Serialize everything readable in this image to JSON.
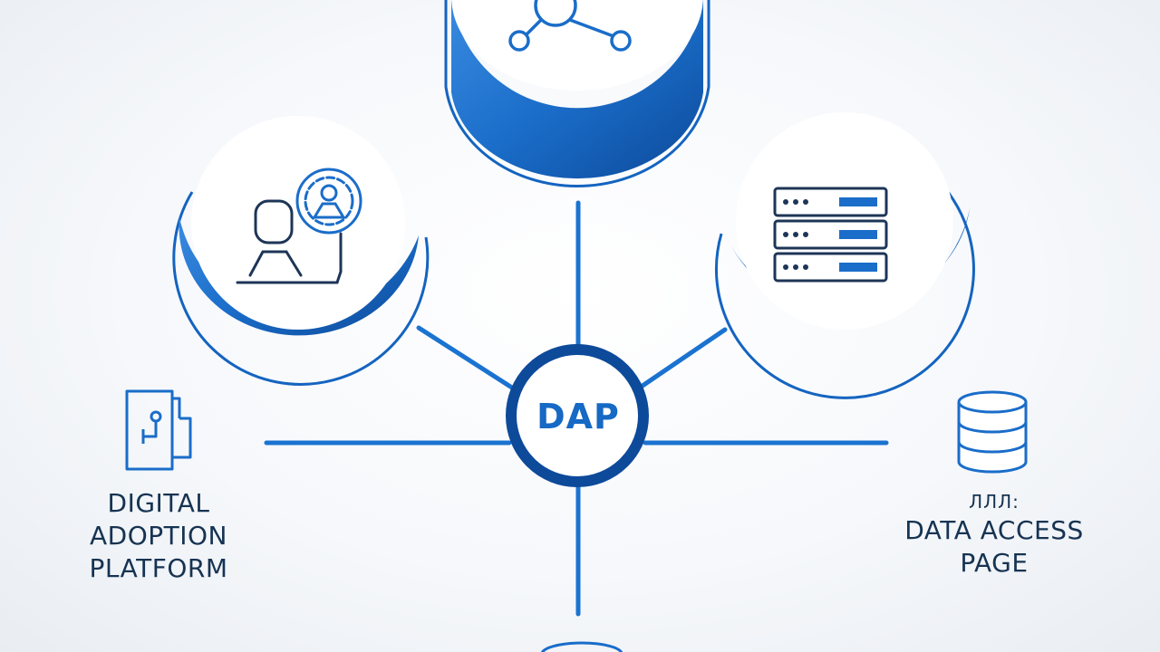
{
  "center": {
    "label": "DAP"
  },
  "left_label": {
    "lines": [
      "DIGITAL",
      "ADOPTION",
      "PLATFORM"
    ]
  },
  "right_label": {
    "garbled_line": "ЛЛЛ:",
    "lines": [
      "DATA ACCESS",
      "PAGE"
    ]
  },
  "colors": {
    "primary": "#1a6dc9",
    "primary_dark": "#0d4a9a",
    "outline": "#1464c0",
    "text": "#163352",
    "line_art": "#1d3557"
  },
  "icons": {
    "top": "network-nodes-icon",
    "left": "user-profile-icon",
    "right": "server-rack-icon",
    "left_small": "document-key-icon",
    "right_small": "database-icon",
    "bottom": "database-icon"
  }
}
